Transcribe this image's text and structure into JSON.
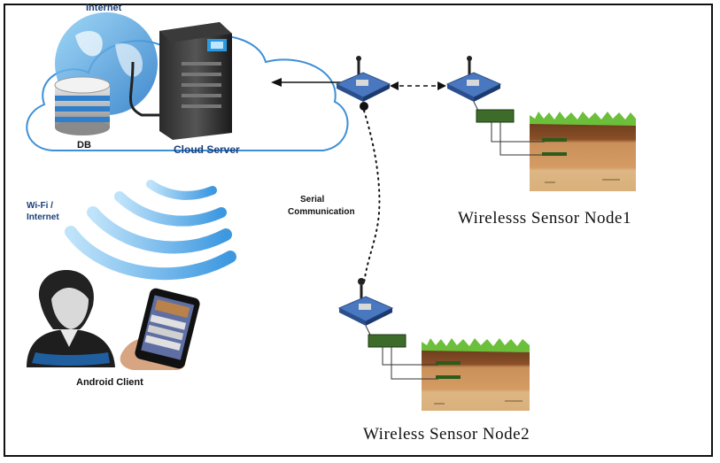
{
  "labels": {
    "internet": "Internet",
    "db": "DB",
    "cloud_server": "Cloud Server",
    "wifi_internet_line1": "Wi-Fi /",
    "wifi_internet_line2": "Internet",
    "serial_line1": "Serial",
    "serial_line2": "Communication",
    "android_client": "Android Client",
    "node1": "Wirelesss Sensor Node1",
    "node2": "Wireless Sensor Node2"
  },
  "colors": {
    "cloud_blue": "#3d8fd6",
    "wifi_blue": "#4aa7e8",
    "label_blue": "#1a3f7a",
    "grass": "#6cbf3a",
    "soil_top": "#6b3d1e",
    "soil_mid": "#c9905a",
    "soil_low": "#d9b07a",
    "sensor_green": "#3d6b2a",
    "board_blue": "#4a78c0"
  }
}
